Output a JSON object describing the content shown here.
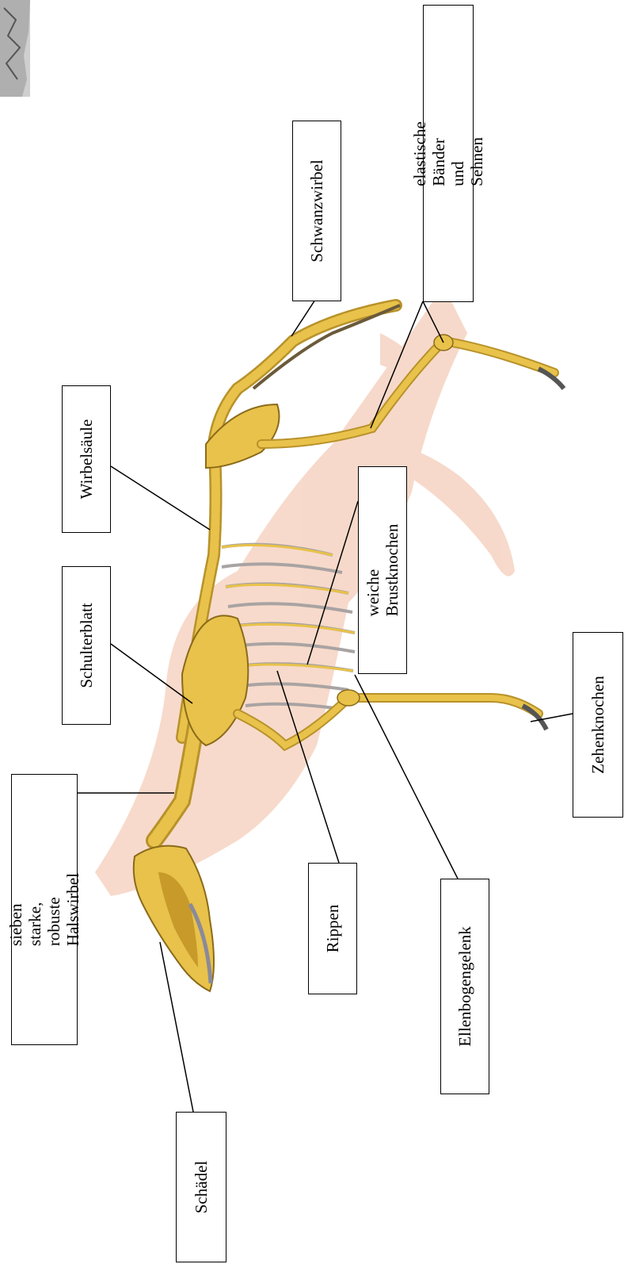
{
  "labels": {
    "elastic": "elastische Bänder und Sehnen",
    "tail": "Schwanzwirbel",
    "spine": "Wirbelsäule",
    "sternum": "weiche Brustknochen",
    "shoulder": "Schulterblatt",
    "toe": "Zehenknochen",
    "neck": "sieben starke, robuste\nHalswirbel",
    "ribs": "Rippen",
    "elbow": "Ellenbogengelenk",
    "skull": "Schädel"
  },
  "colors": {
    "bone": "#e8c24a",
    "bone_dark": "#b8922a",
    "shadow": "#f2c9b0",
    "rib_gray": "#a9a3a3"
  }
}
